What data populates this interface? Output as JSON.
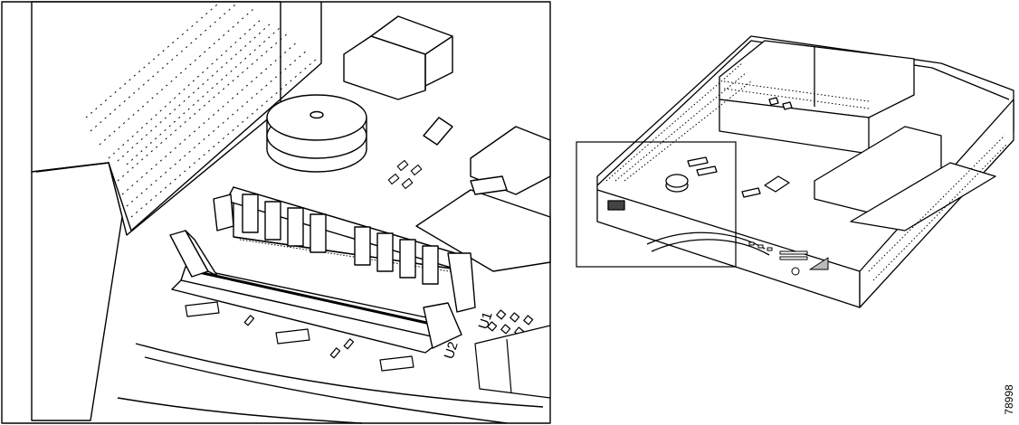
{
  "labels": {
    "slot_u1": "U1",
    "slot_u2": "U2"
  },
  "figure_id": "78998",
  "colors": {
    "line": "#000000",
    "fill": "#ffffff",
    "shade": "#cccccc"
  }
}
